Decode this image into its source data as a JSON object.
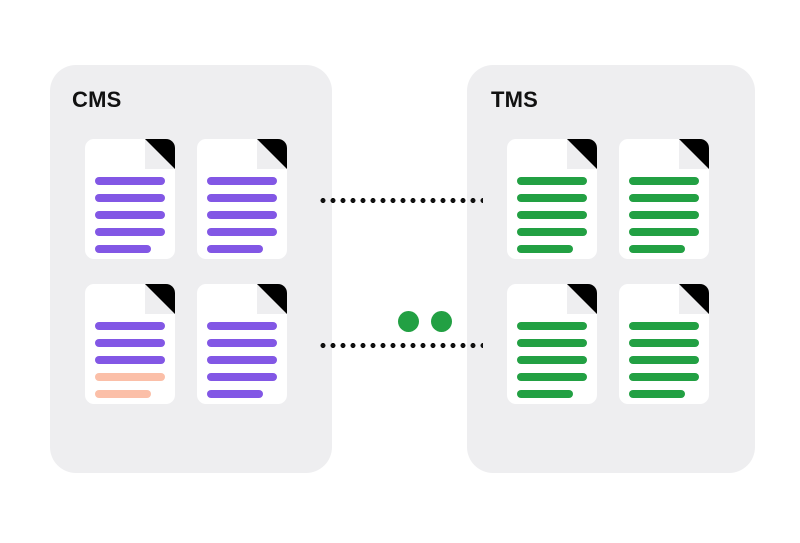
{
  "diagram": {
    "title": "CMS to TMS document sync",
    "background": "#ffffff",
    "panel_background": "#eeeef0",
    "card_background": "#ffffff",
    "fold_color": "#000000",
    "connector_color": "#111111"
  },
  "colors": {
    "purple": "#8257e5",
    "green": "#22a043",
    "salmon": "#fbbfa8",
    "panel": "#eeeef0",
    "dot": "#111111"
  },
  "panels": [
    {
      "id": "cms",
      "label": "CMS",
      "documents": [
        {
          "name": "cms-document-1",
          "row": 0,
          "column": 0,
          "line_count": 5,
          "lines": [
            {
              "color": "#8257e5",
              "width": "full"
            },
            {
              "color": "#8257e5",
              "width": "full"
            },
            {
              "color": "#8257e5",
              "width": "full"
            },
            {
              "color": "#8257e5",
              "width": "full"
            },
            {
              "color": "#8257e5",
              "width": "short"
            }
          ]
        },
        {
          "name": "cms-document-2",
          "row": 0,
          "column": 1,
          "line_count": 5,
          "lines": [
            {
              "color": "#8257e5",
              "width": "full"
            },
            {
              "color": "#8257e5",
              "width": "full"
            },
            {
              "color": "#8257e5",
              "width": "full"
            },
            {
              "color": "#8257e5",
              "width": "full"
            },
            {
              "color": "#8257e5",
              "width": "short"
            }
          ]
        },
        {
          "name": "cms-document-3",
          "row": 1,
          "column": 0,
          "line_count": 5,
          "lines": [
            {
              "color": "#8257e5",
              "width": "full"
            },
            {
              "color": "#8257e5",
              "width": "full"
            },
            {
              "color": "#8257e5",
              "width": "full"
            },
            {
              "color": "#fbbfa8",
              "width": "full"
            },
            {
              "color": "#fbbfa8",
              "width": "short"
            }
          ]
        },
        {
          "name": "cms-document-4",
          "row": 1,
          "column": 1,
          "line_count": 5,
          "lines": [
            {
              "color": "#8257e5",
              "width": "full"
            },
            {
              "color": "#8257e5",
              "width": "full"
            },
            {
              "color": "#8257e5",
              "width": "full"
            },
            {
              "color": "#8257e5",
              "width": "full"
            },
            {
              "color": "#8257e5",
              "width": "short"
            }
          ]
        }
      ]
    },
    {
      "id": "tms",
      "label": "TMS",
      "documents": [
        {
          "name": "tms-document-1",
          "row": 0,
          "column": 0,
          "line_count": 5,
          "lines": [
            {
              "color": "#22a043",
              "width": "full"
            },
            {
              "color": "#22a043",
              "width": "full"
            },
            {
              "color": "#22a043",
              "width": "full"
            },
            {
              "color": "#22a043",
              "width": "full"
            },
            {
              "color": "#22a043",
              "width": "short"
            }
          ]
        },
        {
          "name": "tms-document-2",
          "row": 0,
          "column": 1,
          "line_count": 5,
          "lines": [
            {
              "color": "#22a043",
              "width": "full"
            },
            {
              "color": "#22a043",
              "width": "full"
            },
            {
              "color": "#22a043",
              "width": "full"
            },
            {
              "color": "#22a043",
              "width": "full"
            },
            {
              "color": "#22a043",
              "width": "short"
            }
          ]
        },
        {
          "name": "tms-document-3",
          "row": 1,
          "column": 0,
          "line_count": 5,
          "lines": [
            {
              "color": "#22a043",
              "width": "full"
            },
            {
              "color": "#22a043",
              "width": "full"
            },
            {
              "color": "#22a043",
              "width": "full"
            },
            {
              "color": "#22a043",
              "width": "full"
            },
            {
              "color": "#22a043",
              "width": "short"
            }
          ]
        },
        {
          "name": "tms-document-4",
          "row": 1,
          "column": 1,
          "line_count": 5,
          "lines": [
            {
              "color": "#22a043",
              "width": "full"
            },
            {
              "color": "#22a043",
              "width": "full"
            },
            {
              "color": "#22a043",
              "width": "full"
            },
            {
              "color": "#22a043",
              "width": "full"
            },
            {
              "color": "#22a043",
              "width": "short"
            }
          ]
        }
      ]
    }
  ],
  "connectors": [
    {
      "name": "connector-top",
      "style": "dotted",
      "color": "#111111"
    },
    {
      "name": "connector-bottom",
      "style": "dotted",
      "color": "#111111"
    }
  ],
  "status_dots": [
    {
      "name": "status-dot-1",
      "color": "#22a043"
    },
    {
      "name": "status-dot-2",
      "color": "#22a043"
    }
  ]
}
